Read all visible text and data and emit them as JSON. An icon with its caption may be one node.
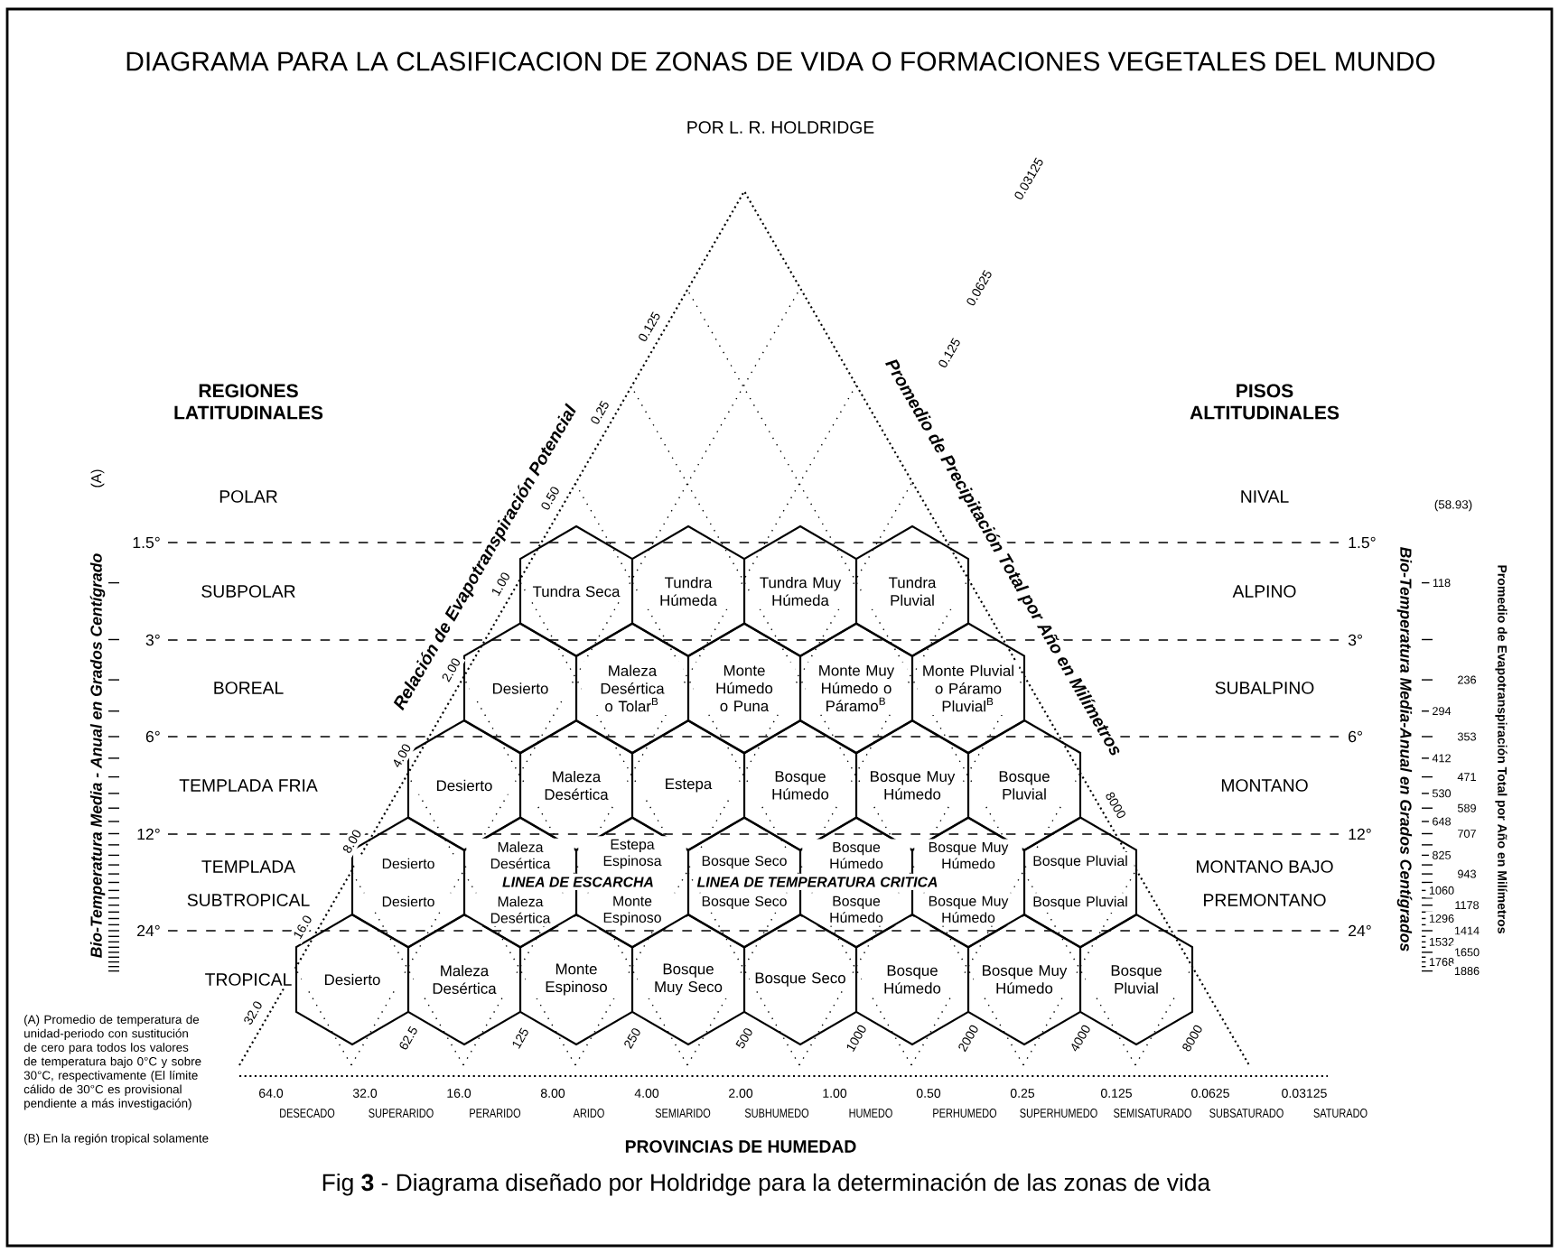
{
  "diagram": {
    "title": "DIAGRAMA PARA LA CLASIFICACION DE ZONAS DE VIDA O FORMACIONES VEGETALES DEL MUNDO",
    "caption": "Fig **3** - Diagrama diseñado por Holdridge para la determinación de las zonas de vida",
    "nodes": [
      {
        "text": [
          "Tundra Seca"
        ]
      },
      {
        "text": [
          "Tundra Húmeda"
        ]
      },
      {
        "text": [
          "Tundra Muy Húmeda"
        ]
      },
      {
        "text": [
          "Tundra Pluvial"
        ]
      },
      {
        "text": [
          "Desierto"
        ]
      },
      {
        "text": [
          "Maleza Desértica o Tolar$^{B}$"
        ]
      },
      {
        "text": [
          "Monte Húmedo o Puna"
        ]
      },
      {
        "text": [
          "Monte Muy Húmedo o Páramo$^{B}$"
        ]
      },
      {
        "text": [
          "Monte Pluvial o Páramo Pluvial$^{B}$"
        ]
      },
      {
        "text": [
          "Desierto"
        ]
      },
      {
        "text": [
          "Maleza Desértica"
        ]
      },
      {
        "text": [
          "Estepa"
        ]
      },
      {
        "text": [
          "Bosque Húmedo"
        ]
      },
      {
        "text": [
          "Bosque Muy Húmedo"
        ]
      },
      {
        "text": [
          "Bosque Pluvial"
        ]
      },
      {
        "text": [
          "Desierto",
          "Desierto"
        ]
      },
      {
        "text": [
          "Maleza Desértica",
          "Maleza Desértica"
        ]
      },
      {
        "text": [
          "Estepa Espinosa",
          "Monte Espinoso"
        ]
      },
      {
        "text": [
          "Bosque Seco",
          "Bosque Seco"
        ]
      },
      {
        "text": [
          "Bosque Húmedo",
          "Bosque Húmedo"
        ]
      },
      {
        "text": [
          "Bosque Muy Húmedo",
          "Bosque Muy Húmedo"
        ]
      },
      {
        "text": [
          "Bosque Pluvial",
          "Bosque Pluvial"
        ]
      },
      {
        "text": [
          "Desierto"
        ]
      },
      {
        "text": [
          "Maleza Desértica"
        ]
      },
      {
        "text": [
          "Monte Espinoso"
        ]
      },
      {
        "text": [
          "Bosque Muy Seco"
        ]
      },
      {
        "text": [
          "Bosque Seco"
        ]
      },
      {
        "text": [
          "Bosque Húmedo"
        ]
      },
      {
        "text": [
          "Bosque Muy Húmedo"
        ]
      },
      {
        "text": [
          "Bosque Pluvial"
        ]
      }
    ],
    "labels": [
      "POR L. R. HOLDRIDGE",
      "REGIONES LATITUDINALES",
      "POLAR",
      "SUBPOLAR",
      "BOREAL",
      "TEMPLADA FRIA",
      "TEMPLADA",
      "SUBTROPICAL",
      "TROPICAL",
      "PISOS ALTITUDINALES",
      "NIVAL",
      "ALPINO",
      "SUBALPINO",
      "MONTANO",
      "MONTANO BAJO",
      "PREMONTANO",
      "(A)",
      "Bio-Temperatura Media - Anual en Grados Centígrado",
      "1.5°",
      "3°",
      "6°",
      "12°",
      "24°",
      "1.5°",
      "3°",
      "6°",
      "12°",
      "24°",
      "Bio-Temperatura Media-Anual en Grados Centígrados",
      "Promedio de Evapotranspiración Total por Año en Milímetros",
      "(58.93)",
      "118",
      "236",
      "294",
      "353",
      "412",
      "471",
      "530",
      "589",
      "648",
      "707",
      "825",
      "943",
      "1060",
      "1178",
      "1296",
      "1414",
      "1532",
      "1650",
      "1768",
      "1886",
      "Relación de Evapotranspiración Potencial",
      "Promedio de Precipitación Total por Año en Milímetros",
      "32.0",
      "16.0",
      "8.00",
      "4.00",
      "2.00",
      "1.00",
      "0.50",
      "0.25",
      "0.125",
      "0.03125",
      "0.0625",
      "0.125",
      "8000",
      "62.5",
      "125",
      "250",
      "500",
      "1000",
      "2000",
      "4000",
      "8000",
      "64.0",
      "32.0",
      "16.0",
      "8.00",
      "4.00",
      "2.00",
      "1.00",
      "0.50",
      "0.25",
      "0.125",
      "0.0625",
      "0.03125",
      "DESECADO",
      "SUPERARIDO",
      "PERARIDO",
      "ARIDO",
      "SEMIARIDO",
      "SUBHUMEDO",
      "HUMEDO",
      "PERHUMEDO",
      "SUPERHUMEDO",
      "SEMISATURADO",
      "SUBSATURADO",
      "SATURADO",
      "PROVINCIAS DE HUMEDAD",
      "LINEA DE ESCARCHA",
      "LINEA DE TEMPERATURA CRITICA",
      "(A) Promedio de temperatura de unidad-periodo con sustitución de cero para todos los valores de temperatura bajo 0°C y sobre 30°C, respectivamente (El límite cálido de 30°C es provisional pendiente a más investigación)",
      "(B) En la región tropical solamente"
    ]
  }
}
